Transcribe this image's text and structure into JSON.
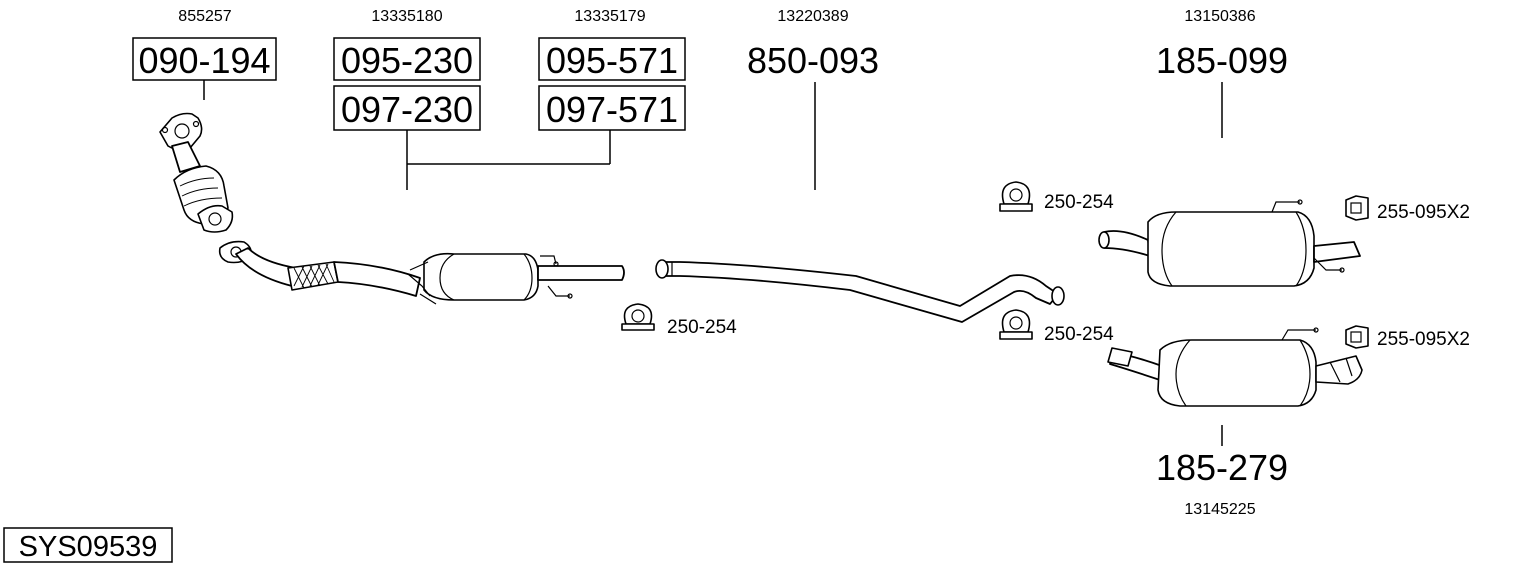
{
  "diagram": {
    "system_code": "SYS09539",
    "parts": {
      "front_pipe": {
        "oem": "855257",
        "part_number": "090-194"
      },
      "middle_section_a": {
        "oem": "13335180",
        "part_numbers": [
          "095-230",
          "097-230"
        ]
      },
      "middle_section_b": {
        "oem": "13335179",
        "part_numbers": [
          "095-571",
          "097-571"
        ]
      },
      "center_pipe": {
        "oem": "13220389",
        "part_number": "850-093"
      },
      "rear_silencer_upper": {
        "oem": "13150386",
        "part_number": "185-099"
      },
      "rear_silencer_lower": {
        "oem": "13145225",
        "part_number": "185-279"
      }
    },
    "accessories": {
      "clamp_middle": "250-254",
      "clamp_rear_upper": "250-254",
      "clamp_rear_lower": "250-254",
      "rubber_mount_upper": "255-095X2",
      "rubber_mount_lower": "255-095X2"
    }
  }
}
